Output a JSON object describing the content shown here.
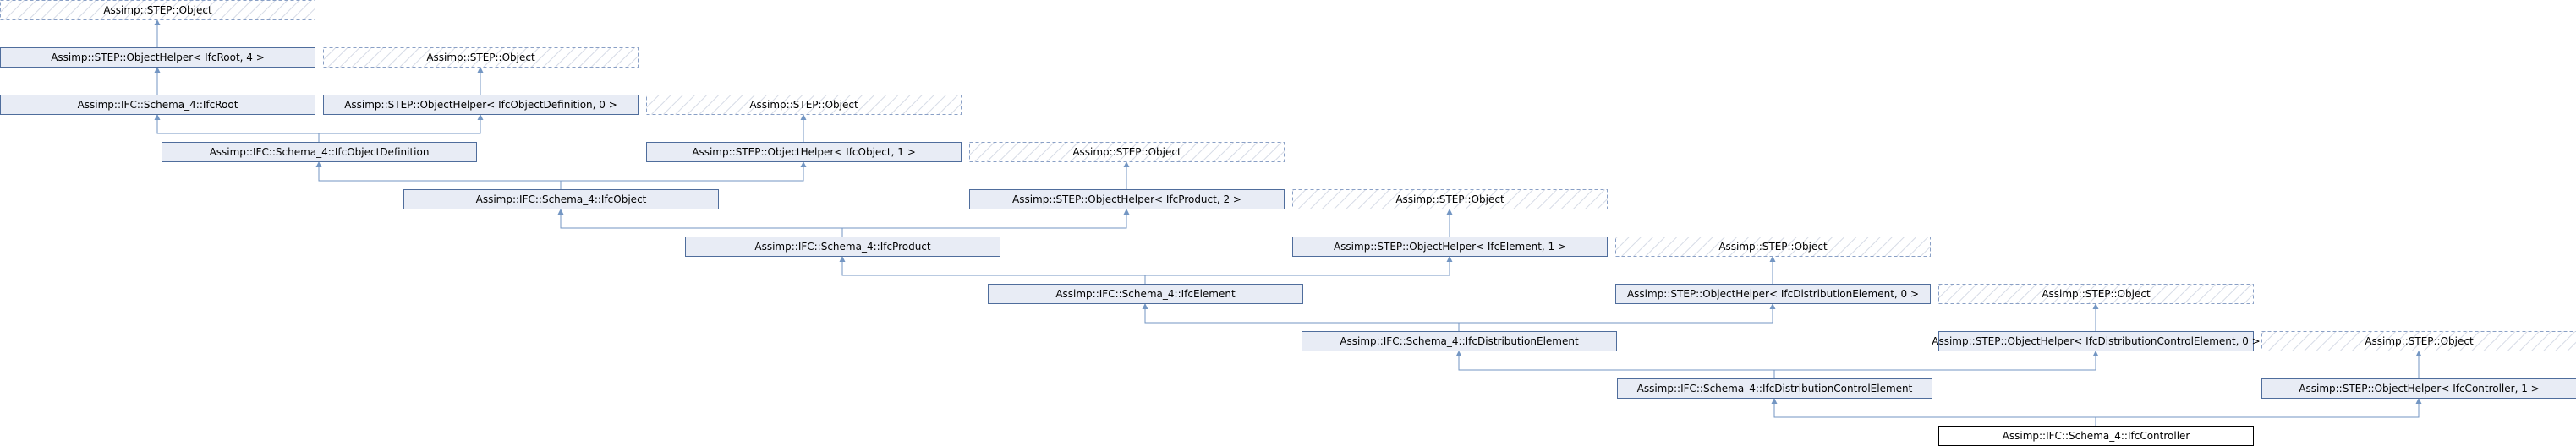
{
  "colors": {
    "box_fill": "#e8ecf5",
    "box_stroke": "#4f6d9c",
    "focus_fill": "#ffffff",
    "focus_stroke": "#000000",
    "edge": "#7396c3"
  },
  "nodes": [
    {
      "id": "obj0",
      "label": "Assimp::STEP::Object",
      "kind": "external"
    },
    {
      "id": "oh0",
      "label": "Assimp::STEP::ObjectHelper< IfcRoot, 4 >",
      "kind": "class"
    },
    {
      "id": "obj1",
      "label": "Assimp::STEP::Object",
      "kind": "external"
    },
    {
      "id": "root",
      "label": "Assimp::IFC::Schema_4::IfcRoot",
      "kind": "class"
    },
    {
      "id": "oh1",
      "label": "Assimp::STEP::ObjectHelper< IfcObjectDefinition, 0 >",
      "kind": "class"
    },
    {
      "id": "obj2",
      "label": "Assimp::STEP::Object",
      "kind": "external"
    },
    {
      "id": "objdef",
      "label": "Assimp::IFC::Schema_4::IfcObjectDefinition",
      "kind": "class"
    },
    {
      "id": "oh2",
      "label": "Assimp::STEP::ObjectHelper< IfcObject, 1 >",
      "kind": "class"
    },
    {
      "id": "obj3",
      "label": "Assimp::STEP::Object",
      "kind": "external"
    },
    {
      "id": "object",
      "label": "Assimp::IFC::Schema_4::IfcObject",
      "kind": "class"
    },
    {
      "id": "oh3",
      "label": "Assimp::STEP::ObjectHelper< IfcProduct, 2 >",
      "kind": "class"
    },
    {
      "id": "obj4",
      "label": "Assimp::STEP::Object",
      "kind": "external"
    },
    {
      "id": "product",
      "label": "Assimp::IFC::Schema_4::IfcProduct",
      "kind": "class"
    },
    {
      "id": "oh4",
      "label": "Assimp::STEP::ObjectHelper< IfcElement, 1 >",
      "kind": "class"
    },
    {
      "id": "obj5",
      "label": "Assimp::STEP::Object",
      "kind": "external"
    },
    {
      "id": "element",
      "label": "Assimp::IFC::Schema_4::IfcElement",
      "kind": "class"
    },
    {
      "id": "oh5",
      "label": "Assimp::STEP::ObjectHelper< IfcDistributionElement, 0 >",
      "kind": "class"
    },
    {
      "id": "obj6",
      "label": "Assimp::STEP::Object",
      "kind": "external"
    },
    {
      "id": "distel",
      "label": "Assimp::IFC::Schema_4::IfcDistributionElement",
      "kind": "class"
    },
    {
      "id": "oh6",
      "label": "Assimp::STEP::ObjectHelper< IfcDistributionControlElement, 0 >",
      "kind": "class"
    },
    {
      "id": "obj7",
      "label": "Assimp::STEP::Object",
      "kind": "external"
    },
    {
      "id": "distctl",
      "label": "Assimp::IFC::Schema_4::IfcDistributionControlElement",
      "kind": "class"
    },
    {
      "id": "oh7",
      "label": "Assimp::STEP::ObjectHelper< IfcController, 1 >",
      "kind": "class"
    },
    {
      "id": "controller",
      "label": "Assimp::IFC::Schema_4::IfcController",
      "kind": "focus"
    }
  ],
  "edges": [
    {
      "from": "obj0",
      "to": "oh0"
    },
    {
      "from": "oh0",
      "to": "root"
    },
    {
      "from": "obj1",
      "to": "oh1"
    },
    {
      "from": "root",
      "to": "objdef"
    },
    {
      "from": "oh1",
      "to": "objdef"
    },
    {
      "from": "obj2",
      "to": "oh2"
    },
    {
      "from": "objdef",
      "to": "object"
    },
    {
      "from": "oh2",
      "to": "object"
    },
    {
      "from": "obj3",
      "to": "oh3"
    },
    {
      "from": "object",
      "to": "product"
    },
    {
      "from": "oh3",
      "to": "product"
    },
    {
      "from": "obj4",
      "to": "oh4"
    },
    {
      "from": "product",
      "to": "element"
    },
    {
      "from": "oh4",
      "to": "element"
    },
    {
      "from": "obj5",
      "to": "oh5"
    },
    {
      "from": "element",
      "to": "distel"
    },
    {
      "from": "oh5",
      "to": "distel"
    },
    {
      "from": "obj6",
      "to": "oh6"
    },
    {
      "from": "distel",
      "to": "distctl"
    },
    {
      "from": "oh6",
      "to": "distctl"
    },
    {
      "from": "obj7",
      "to": "oh7"
    },
    {
      "from": "distctl",
      "to": "controller"
    },
    {
      "from": "oh7",
      "to": "controller"
    }
  ]
}
